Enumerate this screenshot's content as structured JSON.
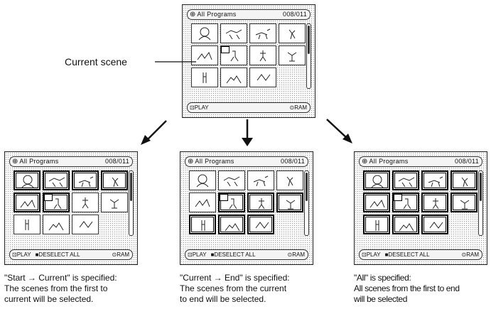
{
  "callout": {
    "label": "Current scene"
  },
  "screens": [
    {
      "id": "top",
      "header_icon": "disc-icon",
      "title": "All Programs",
      "count": "008/011",
      "footer": {
        "play": "PLAY",
        "deselect": "",
        "ram": "RAM"
      }
    },
    {
      "id": "start-current",
      "header_icon": "disc-icon",
      "title": "All Programs",
      "count": "008/011",
      "footer": {
        "play": "PLAY",
        "deselect": "DESELECT ALL",
        "ram": "RAM"
      }
    },
    {
      "id": "current-end",
      "header_icon": "disc-icon",
      "title": "All Programs",
      "count": "008/011",
      "footer": {
        "play": "PLAY",
        "deselect": "DESELECT ALL",
        "ram": "RAM"
      }
    },
    {
      "id": "all",
      "header_icon": "disc-icon",
      "title": "All Programs",
      "count": "008/011",
      "footer": {
        "play": "PLAY",
        "deselect": "DESELECT ALL",
        "ram": "RAM"
      }
    }
  ],
  "captions": [
    {
      "line1": "\"Start → Current\" is specified:",
      "line2": "The scenes from the first to",
      "line3": "current will be selected."
    },
    {
      "line1": "\"Current → End\" is specified:",
      "line2": "The scenes from the current",
      "line3": "to end will be selected."
    },
    {
      "line1": "\"All\" is specified:",
      "line2": "All scenes from the first to end",
      "line3": "will be selected"
    }
  ],
  "arrows": [
    "arrow-down-left",
    "arrow-down",
    "arrow-down-right"
  ]
}
